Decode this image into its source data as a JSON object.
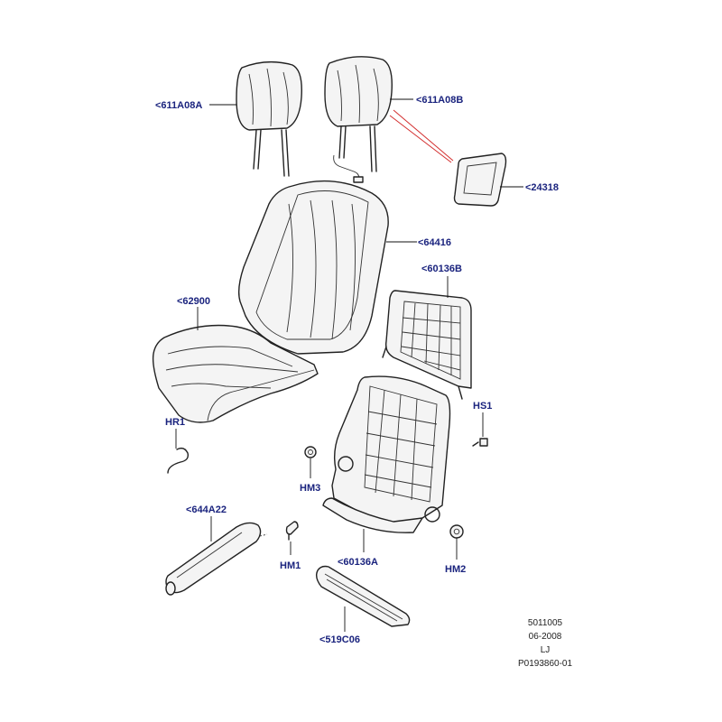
{
  "callouts": {
    "headrest_left": "<611A08A",
    "headrest_right": "<611A08B",
    "monitor": "<24318",
    "backrest_cover": "<64416",
    "back_frame": "<60136B",
    "cushion": "<62900",
    "hr1": "HR1",
    "hs1": "HS1",
    "hm3": "HM3",
    "armrest": "<644A22",
    "hm1": "HM1",
    "seat_frame": "<60136A",
    "hm2": "HM2",
    "trim_strip": "<519C06"
  },
  "footer": {
    "line1": "5011005",
    "line2": "06-2008",
    "line3": "LJ",
    "line4": "P0193860-01"
  },
  "colors": {
    "callout_text": "#1a237e",
    "line": "#222222",
    "highlight_line": "#d32f2f"
  }
}
